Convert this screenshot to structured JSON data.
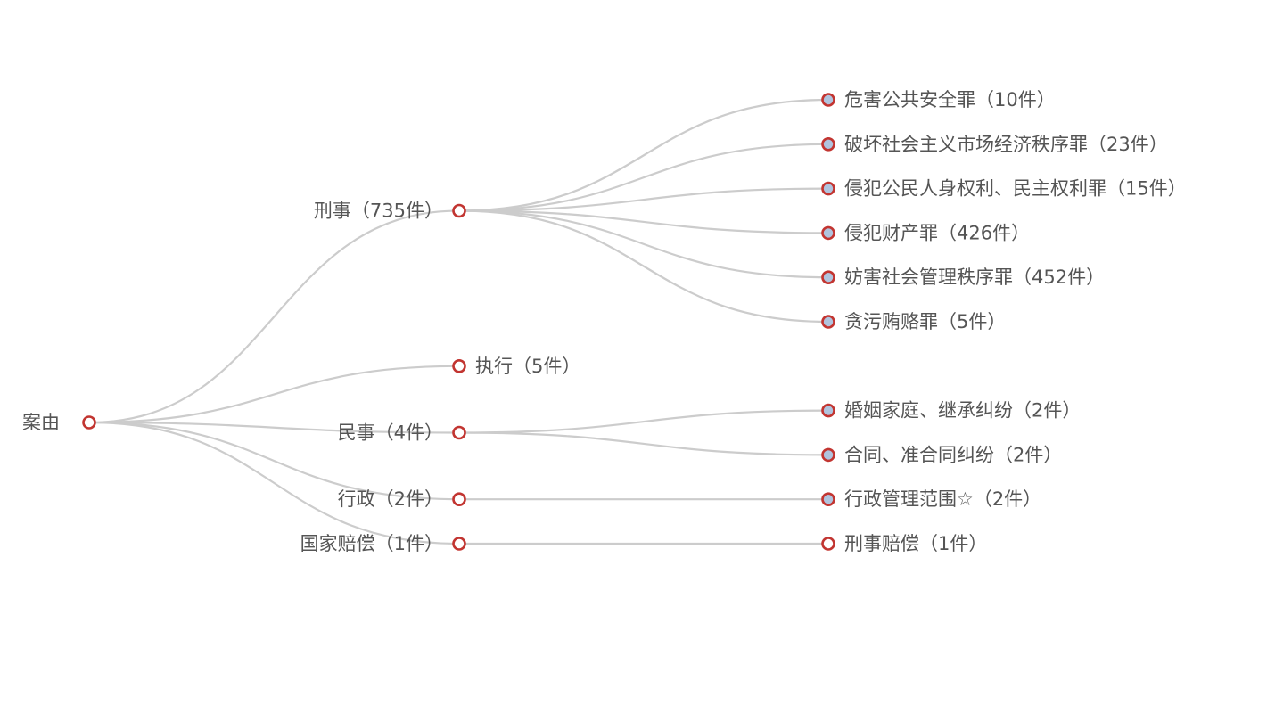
{
  "tree": {
    "label": "案由",
    "children": [
      {
        "label": "刑事（735件）",
        "children": [
          {
            "label": "危害公共安全罪（10件）",
            "collapsed": true
          },
          {
            "label": "破坏社会主义市场经济秩序罪（23件）",
            "collapsed": true
          },
          {
            "label": "侵犯公民人身权利、民主权利罪（15件）",
            "collapsed": true
          },
          {
            "label": "侵犯财产罪（426件）",
            "collapsed": true
          },
          {
            "label": "妨害社会管理秩序罪（452件）",
            "collapsed": true
          },
          {
            "label": "贪污贿赂罪（5件）",
            "collapsed": true
          }
        ]
      },
      {
        "label": "执行（5件）",
        "children": []
      },
      {
        "label": "民事（4件）",
        "children": [
          {
            "label": "婚姻家庭、继承纠纷（2件）",
            "collapsed": true
          },
          {
            "label": "合同、准合同纠纷（2件）",
            "collapsed": true
          }
        ]
      },
      {
        "label": "行政（2件）",
        "children": [
          {
            "label": "行政管理范围☆（2件）",
            "collapsed": true
          }
        ]
      },
      {
        "label": "国家赔偿（1件）",
        "children": [
          {
            "label": "刑事赔偿（1件）",
            "collapsed": false
          }
        ]
      }
    ]
  },
  "colors": {
    "link": "#cccccc",
    "node_border": "#c23531",
    "collapsed_fill": "#b0c4de",
    "label": "#555555"
  }
}
